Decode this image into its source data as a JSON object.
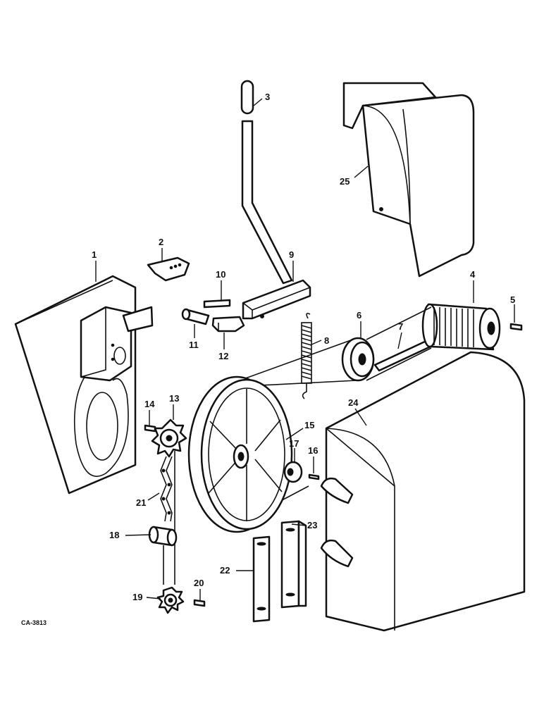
{
  "diagram_code": "CA-3813",
  "callouts": {
    "c1": "1",
    "c2": "2",
    "c3": "3",
    "c4": "4",
    "c5": "5",
    "c6": "6",
    "c7": "7",
    "c8": "8",
    "c9": "9",
    "c10": "10",
    "c11": "11",
    "c12": "12",
    "c13": "13",
    "c14": "14",
    "c15": "15",
    "c16": "16",
    "c17": "17",
    "c18": "18",
    "c19": "19",
    "c20": "20",
    "c21": "21",
    "c22": "22",
    "c23": "23",
    "c24": "24",
    "c25": "25"
  }
}
